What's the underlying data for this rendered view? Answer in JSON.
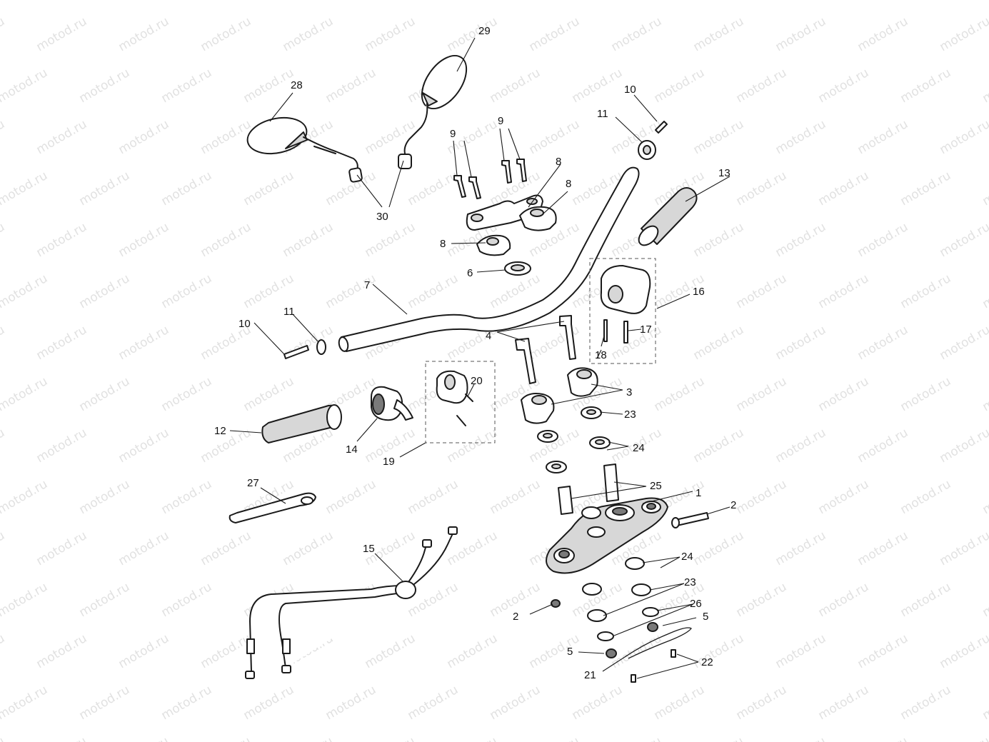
{
  "watermark": "motod.ru",
  "callouts": {
    "c1": "1",
    "c2a": "2",
    "c2b": "2",
    "c3": "3",
    "c4": "4",
    "c5a": "5",
    "c5b": "5",
    "c6": "6",
    "c7": "7",
    "c8a": "8",
    "c8b": "8",
    "c8c": "8",
    "c9a": "9",
    "c9b": "9",
    "c10a": "10",
    "c10b": "10",
    "c11a": "11",
    "c11b": "11",
    "c12": "12",
    "c13": "13",
    "c14": "14",
    "c15": "15",
    "c16": "16",
    "c17": "17",
    "c18": "18",
    "c19": "19",
    "c20": "20",
    "c21": "21",
    "c22": "22",
    "c23a": "23",
    "c23b": "23",
    "c24a": "24",
    "c24b": "24",
    "c25": "25",
    "c26": "26",
    "c27": "27",
    "c28": "28",
    "c29": "29",
    "c30": "30"
  }
}
